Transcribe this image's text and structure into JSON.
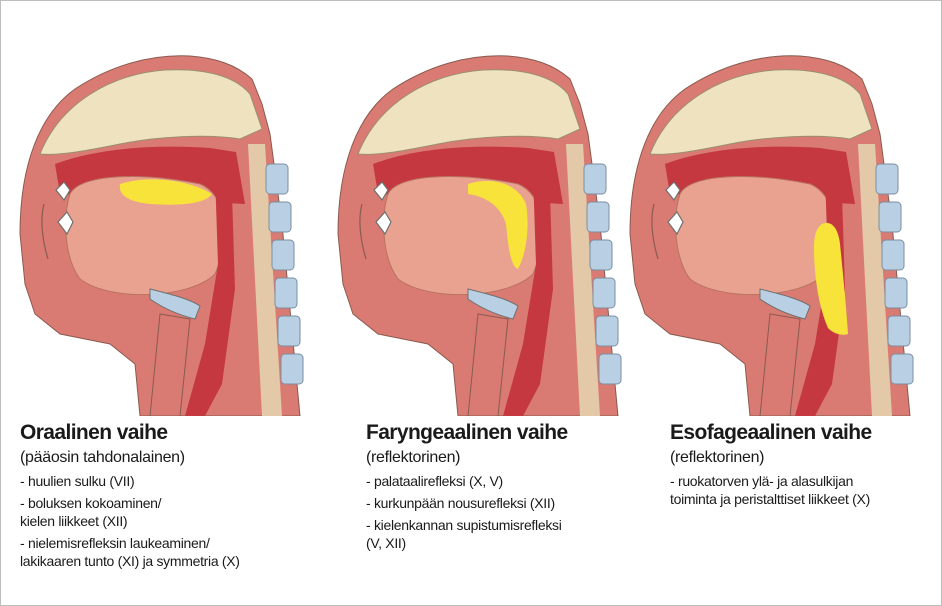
{
  "panels": [
    {
      "title": "Oraalinen vaihe",
      "subtitle": "(pääosin tahdonalainen)",
      "items": [
        "- huulien sulku (VII)",
        "- boluksen kokoaminen/\n  kielen liikkeet (XII)",
        "- nielemisrefleksin laukeaminen/\n  lakikaaren tunto (XI) ja symmetria (X)"
      ]
    },
    {
      "title": "Faryngeaalinen vaihe",
      "subtitle": "(reflektorinen)",
      "items": [
        "- palataalirefleksi (X, V)",
        "- kurkunpään nousurefleksi (XII)",
        "- kielenkannan supistumisrefleksi\n  (V, XII)"
      ]
    },
    {
      "title": "Esofageaalinen vaihe",
      "subtitle": "(reflektorinen)",
      "items": [
        "- ruokatorven ylä- ja alasulkijan\n  toiminta ja peristalttiset liikkeet (X)"
      ]
    }
  ],
  "colors": {
    "bone": "#efe3bf",
    "soft_tissue": "#d97b72",
    "cavity": "#c5383f",
    "tongue": "#e8a28f",
    "bolus": "#f7e33a",
    "vertebra_disc": "#b9d0e4",
    "spinal_cord": "#e4c9a8",
    "outline": "#6f6f6f"
  }
}
